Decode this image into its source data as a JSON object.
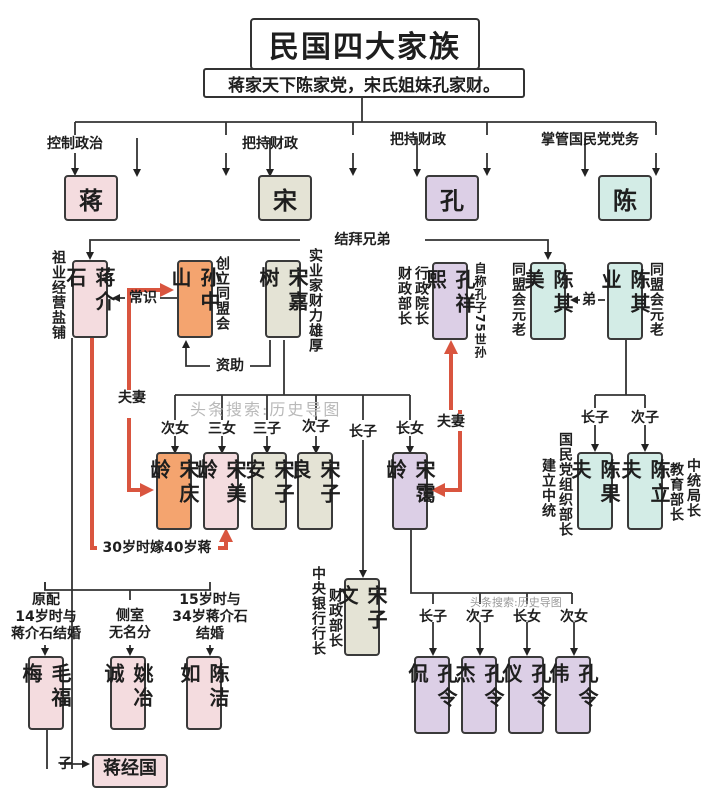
{
  "title": "民国四大家族",
  "subtitle": "蒋家天下陈家党，宋氏姐妹孔家财。",
  "colors": {
    "jiang": "#f4dcdf",
    "song": "#e4e3d5",
    "kong": "#dccfe6",
    "chen": "#d3ece6",
    "highlight_orange": "#f4a46f",
    "spouse_arrow": "#d9553f",
    "line": "#333333"
  },
  "families": [
    {
      "role": "控制政治",
      "name": "蒋"
    },
    {
      "role": "把持财政",
      "name": "宋"
    },
    {
      "role": "把持财政",
      "name": "孔"
    },
    {
      "role": "掌管国民党党务",
      "name": "陈"
    }
  ],
  "links": {
    "sworn_brothers": "结拜兄弟",
    "common_knowledge": "常识",
    "funding": "资助",
    "younger_brother": "弟",
    "spouse_left": "夫妻",
    "spouse_right": "夫妻",
    "marriage_note": "30岁时嫁40岁蒋"
  },
  "people": {
    "jiang_jieshi": {
      "name": "蒋介石",
      "note": "祖业经营盐铺"
    },
    "sun_zhongshan": {
      "name": "孙中山",
      "note": "创立同盟会"
    },
    "song_jiashu": {
      "name": "宋嘉树",
      "note": "实业家财力雄厚"
    },
    "kong_xiangxi": {
      "name": "孔祥熙",
      "note_left_1": "财政部长",
      "note_left_2": "行政院长",
      "note_right": "自称孔子75世孙"
    },
    "chen_qimei": {
      "name": "陈其美",
      "note": "同盟会元老"
    },
    "chen_qiye": {
      "name": "陈其业",
      "note": "同盟会元老"
    },
    "song_qingling": {
      "name": "宋庆龄",
      "relation": "次女"
    },
    "song_meiling": {
      "name": "宋美龄",
      "relation": "三女"
    },
    "song_zian": {
      "name": "宋子安",
      "relation": "三子"
    },
    "song_ziliang": {
      "name": "宋子良",
      "relation": "次子"
    },
    "song_ziwen": {
      "name": "宋子文",
      "relation": "长子",
      "note_left_1": "中央银行行长",
      "note_left_2": "财政部长"
    },
    "song_ailing": {
      "name": "宋霭龄",
      "relation": "长女"
    },
    "chen_guofu": {
      "name": "陈果夫",
      "relation": "长子",
      "note_left_1": "建立中统",
      "note_left_2": "国民党组织部长"
    },
    "chen_lifu": {
      "name": "陈立夫",
      "relation": "次子",
      "note_right_1": "教育部长",
      "note_right_2": "中统局长"
    },
    "mao_fumei": {
      "name": "毛福梅",
      "relation": "原配\n14岁时与\n蒋介石结婚"
    },
    "yao_yecheng": {
      "name": "姚冶诚",
      "relation": "侧室\n无名分"
    },
    "chen_jieru": {
      "name": "陈洁如",
      "relation": "15岁时与\n34岁蒋介石\n结婚"
    },
    "kong_lingkan": {
      "name": "孔令侃",
      "relation": "长子"
    },
    "kong_lingjie": {
      "name": "孔令杰",
      "relation": "次子"
    },
    "kong_lingyi": {
      "name": "孔令仪",
      "relation": "长女"
    },
    "kong_lingwei": {
      "name": "孔令伟",
      "relation": "次女"
    },
    "jiang_jingguo": {
      "name": "蒋经国",
      "relation": "子"
    }
  },
  "watermarks": {
    "main": "头条搜索:历史导图",
    "secondary": "头条搜索:历史导图"
  }
}
